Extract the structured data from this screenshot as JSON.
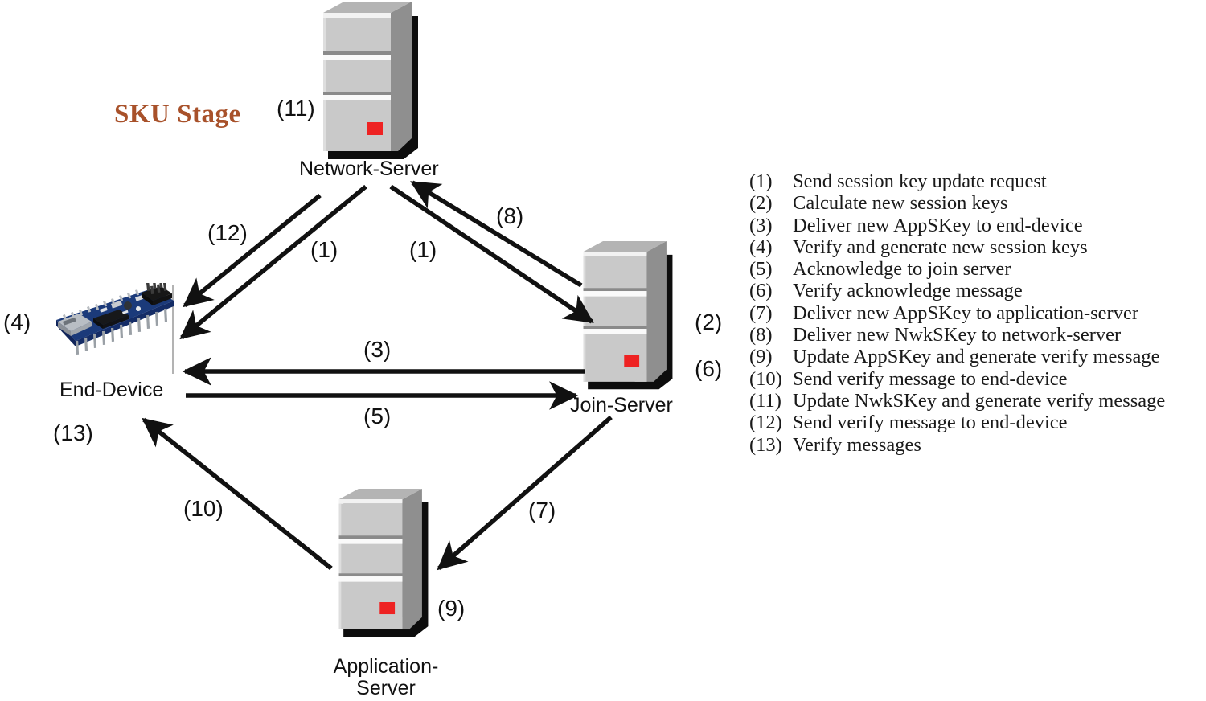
{
  "title": {
    "text": "SKU Stage",
    "color": "#A8512A"
  },
  "nodes": [
    {
      "id": "network-server",
      "label": "Network-Server",
      "type": "server-tower"
    },
    {
      "id": "end-device",
      "label": "End-Device",
      "type": "arduino-nano-board"
    },
    {
      "id": "join-server",
      "label": "Join-Server",
      "type": "server-tower"
    },
    {
      "id": "application-server",
      "label_line1": "Application-",
      "label_line2": "Server",
      "label": "Application-Server",
      "type": "server-tower"
    }
  ],
  "step_markers": [
    {
      "id": "m11",
      "label": "(11)",
      "near": "network-server"
    },
    {
      "id": "m12",
      "label": "(12)",
      "near": "network-server-to-end-device"
    },
    {
      "id": "m1a",
      "label": "(1)",
      "near": "network-server-to-end-device"
    },
    {
      "id": "m1b",
      "label": "(1)",
      "near": "network-server-to-join-server"
    },
    {
      "id": "m8",
      "label": "(8)",
      "near": "join-server-to-network-server"
    },
    {
      "id": "m4",
      "label": "(4)",
      "near": "end-device"
    },
    {
      "id": "m13",
      "label": "(13)",
      "near": "end-device"
    },
    {
      "id": "m3",
      "label": "(3)",
      "near": "join-server-to-end-device"
    },
    {
      "id": "m5",
      "label": "(5)",
      "near": "end-device-to-join-server"
    },
    {
      "id": "m2",
      "label": "(2)",
      "near": "join-server"
    },
    {
      "id": "m6",
      "label": "(6)",
      "near": "join-server"
    },
    {
      "id": "m7",
      "label": "(7)",
      "near": "join-server-to-application-server"
    },
    {
      "id": "m10",
      "label": "(10)",
      "near": "application-server-to-end-device"
    },
    {
      "id": "m9",
      "label": "(9)",
      "near": "application-server"
    }
  ],
  "legend": {
    "items": [
      {
        "num": "(1)",
        "text": "Send session key update request"
      },
      {
        "num": "(2)",
        "text": "Calculate new session keys"
      },
      {
        "num": "(3)",
        "text": "Deliver new AppSKey to end-device"
      },
      {
        "num": "(4)",
        "text": "Verify and generate new session keys"
      },
      {
        "num": "(5)",
        "text": "Acknowledge to join server"
      },
      {
        "num": "(6)",
        "text": "Verify acknowledge message"
      },
      {
        "num": "(7)",
        "text": "Deliver new AppSKey to application-server"
      },
      {
        "num": "(8)",
        "text": "Deliver new NwkSKey to network-server"
      },
      {
        "num": "(9)",
        "text": "Update AppSKey and generate verify message"
      },
      {
        "num": "(10)",
        "text": "Send verify message to end-device"
      },
      {
        "num": "(11)",
        "text": "Update NwkSKey and generate verify message"
      },
      {
        "num": "(12)",
        "text": "Send verify message to end-device"
      },
      {
        "num": "(13)",
        "text": "Verify messages"
      }
    ]
  },
  "colors": {
    "server_front": "#C9C9C9",
    "server_side": "#8F8F8F",
    "server_top": "#B4B4B4",
    "server_shadow": "#0d0d0d",
    "led": "#EE2222",
    "arrow": "#111111",
    "pcb": "#1B3A7A",
    "title": "#A8512A"
  }
}
